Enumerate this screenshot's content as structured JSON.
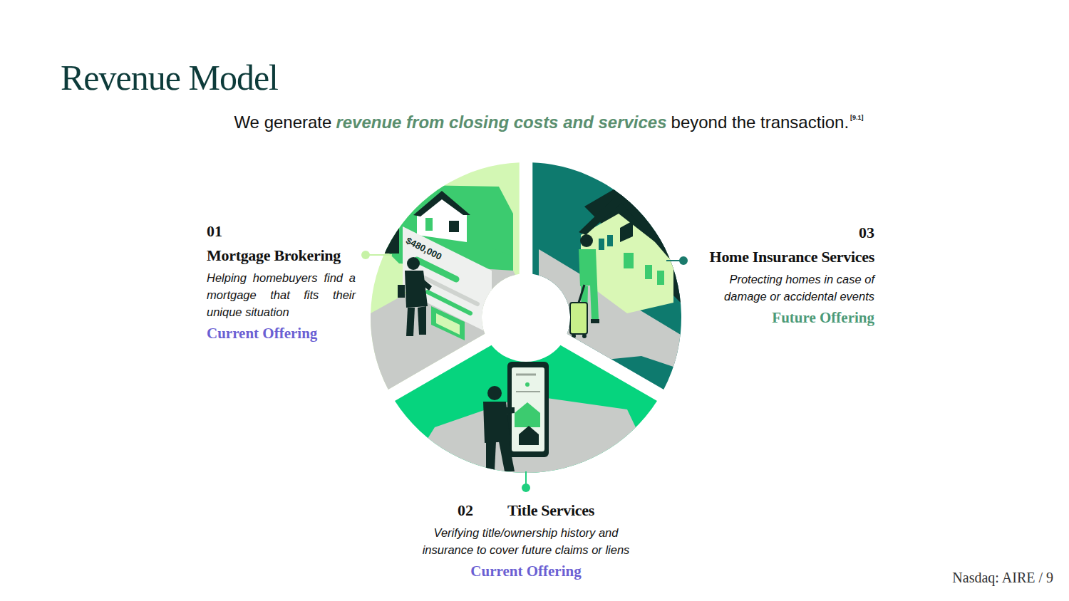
{
  "diagram": {
    "title": "Revenue Model",
    "nodes": [
      {
        "text": [
          "01",
          "Mortgage Brokering",
          "Helping homebuyers find a mortgage that fits their unique situation",
          "Current Offering"
        ]
      },
      {
        "text": [
          "02",
          "Title Services",
          "Verifying title/ownership history and insurance to cover future claims or liens",
          "Current Offering"
        ]
      },
      {
        "text": [
          "03",
          "Home Insurance Services",
          "Protecting homes in case of damage or accidental events",
          "Future Offering"
        ]
      }
    ],
    "labels": [
      "We generate",
      "revenue from closing costs and services",
      "beyond the transaction.",
      "[9.1]",
      "$480,000",
      "Nasdaq: AIRE / 9"
    ]
  }
}
